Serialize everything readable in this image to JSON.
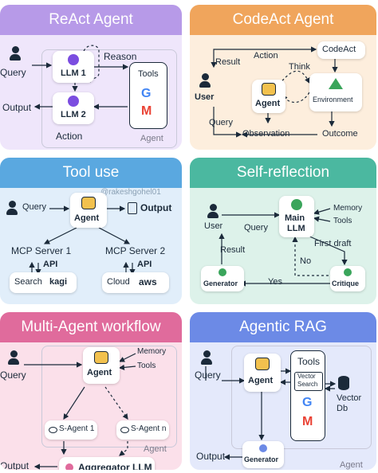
{
  "colors": {
    "react": "#b79ae8",
    "codeact": "#f0a55c",
    "tooluse": "#5aa8e0",
    "selfreflection": "#4bb8a0",
    "multiagent": "#e06b9c",
    "agenticrag": "#6c8ae6"
  },
  "watermark": "@rakeshgohel01",
  "react": {
    "title": "ReAct Agent",
    "query": "Query",
    "output": "Output",
    "llm1": "LLM 1",
    "llm2": "LLM 2",
    "reason": "Reason",
    "action": "Action",
    "tools": "Tools",
    "agent": "Agent"
  },
  "codeact": {
    "title": "CodeAct Agent",
    "result": "Result",
    "action": "Action",
    "codeact": "CodeAct",
    "think": "Think",
    "user": "User",
    "agent": "Agent",
    "environment": "Environment",
    "query": "Query",
    "observation": "Observation",
    "outcome": "Outcome"
  },
  "tooluse": {
    "title": "Tool use",
    "query": "Query",
    "agent": "Agent",
    "output": "Output",
    "mcp1": "MCP Server 1",
    "mcp2": "MCP Server 2",
    "api1": "API",
    "api2": "API",
    "search": "Search",
    "kagi": "kagi",
    "cloud": "Cloud",
    "aws": "aws"
  },
  "selfreflection": {
    "title": "Self-reflection",
    "user": "User",
    "query": "Query",
    "main": "Main",
    "llm": "LLM",
    "memory": "Memory",
    "tools": "Tools",
    "result": "Result",
    "first_draft": "First draft",
    "no": "No",
    "yes": "Yes",
    "generator": "Generator",
    "critique": "Critique"
  },
  "multiagent": {
    "title": "Multi-Agent workflow",
    "query": "Query",
    "agent": "Agent",
    "memory": "Memory",
    "tools": "Tools",
    "sagent1": "S-Agent 1",
    "sagentn": "S-Agent n",
    "agent_lbl": "Agent",
    "output": "Output",
    "aggregator": "Aggregator LLM"
  },
  "agenticrag": {
    "title": "Agentic RAG",
    "query": "Query",
    "agent": "Agent",
    "tools": "Tools",
    "vector_search_1": "Vector",
    "vector_search_2": "Search",
    "vector_db_1": "Vector",
    "vector_db_2": "Db",
    "output": "Output",
    "generator": "Generator",
    "agent_lbl": "Agent"
  }
}
